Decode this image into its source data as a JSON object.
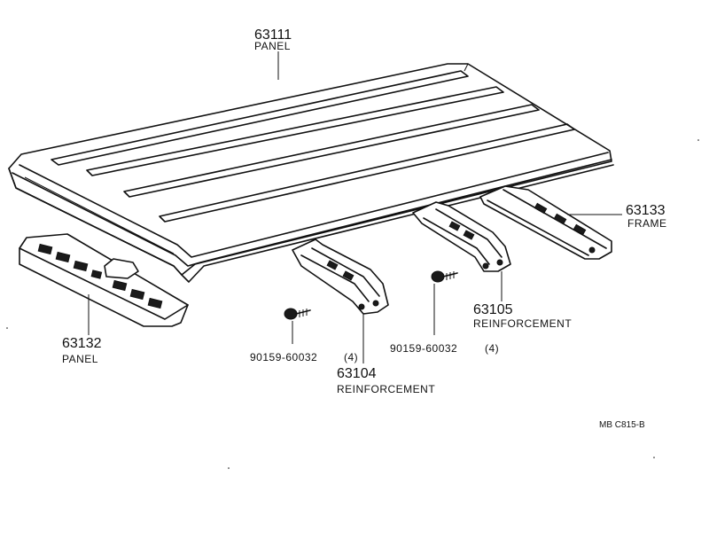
{
  "parts": [
    {
      "id": "panel_top",
      "number": "63111",
      "name": "PANEL"
    },
    {
      "id": "frame",
      "number": "63133",
      "name": "FRAME"
    },
    {
      "id": "panel_front",
      "number": "63132",
      "name": "PANEL"
    },
    {
      "id": "reinf_rear",
      "number": "63105",
      "name": "REINFORCEMENT"
    },
    {
      "id": "reinf_mid",
      "number": "63104",
      "name": "REINFORCEMENT"
    }
  ],
  "fasteners": [
    {
      "id": "screw_left",
      "number": "90159-60032",
      "qty": "(4)"
    },
    {
      "id": "screw_right",
      "number": "90159-60032",
      "qty": "(4)"
    }
  ],
  "catalog_code": "MB  C815-B"
}
